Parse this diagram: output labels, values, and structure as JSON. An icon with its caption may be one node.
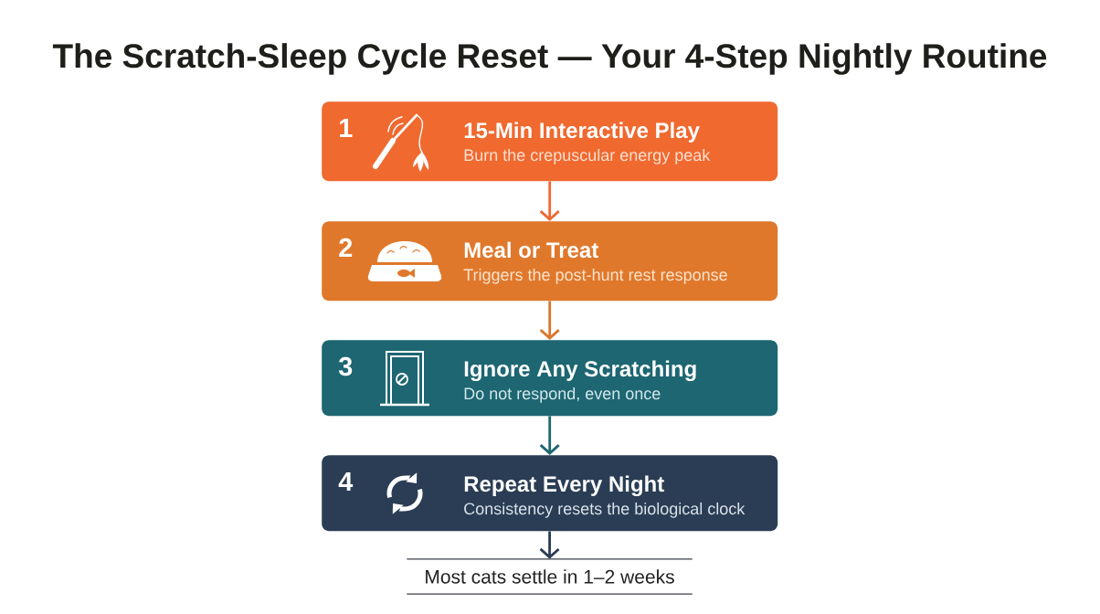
{
  "diagram": {
    "title": "The Scratch-Sleep Cycle Reset — Your 4-Step Nightly Routine",
    "nodes": [
      {
        "text": [
          "1",
          "15-Min Interactive Play",
          "Burn the crepuscular energy peak"
        ]
      },
      {
        "text": [
          "2",
          "Meal or Treat",
          "Triggers the post-hunt rest response"
        ]
      },
      {
        "text": [
          "3",
          "Ignore Any Scratching",
          "Do not respond, even once"
        ]
      },
      {
        "text": [
          "4",
          "Repeat Every Night",
          "Consistency resets the biological clock"
        ]
      },
      {
        "text": [
          "Most cats settle in 1–2 weeks"
        ]
      }
    ],
    "edges": [
      {
        "from": 0,
        "to": 1,
        "arrow": "to",
        "color": "#ee6a35"
      },
      {
        "from": 1,
        "to": 2,
        "arrow": "to",
        "color": "#d9772c"
      },
      {
        "from": 2,
        "to": 3,
        "arrow": "to",
        "color": "#1d6672"
      },
      {
        "from": 3,
        "to": 4,
        "arrow": "to",
        "color": "#2a3d54"
      }
    ]
  }
}
